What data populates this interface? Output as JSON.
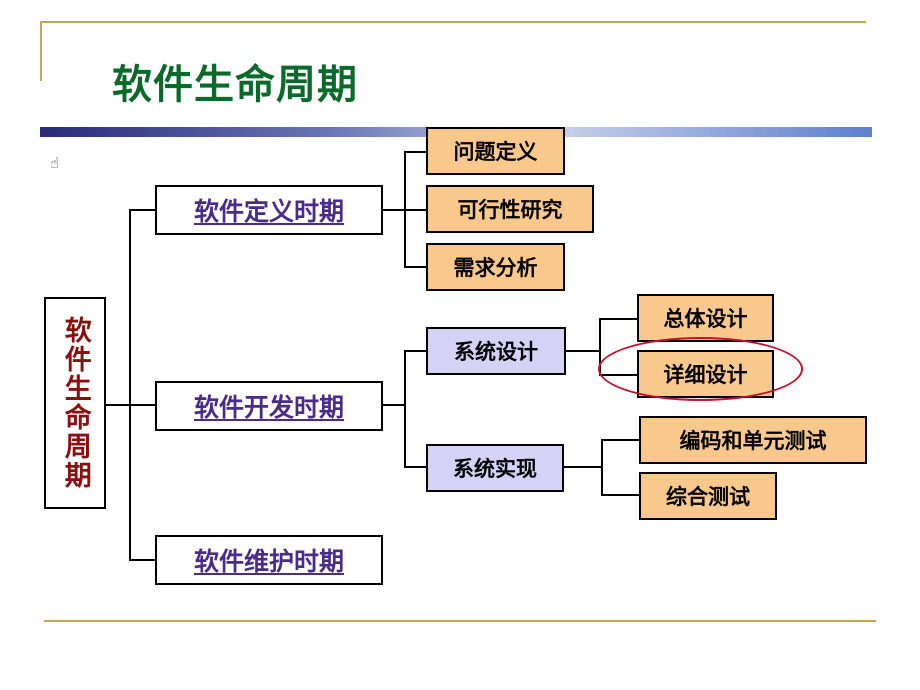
{
  "title": "软件生命周期",
  "root_label": "软件生命周期",
  "periods": {
    "definition": "软件定义时期",
    "development": "软件开发时期",
    "maintenance": "软件维护时期"
  },
  "definition_tasks": [
    "问题定义",
    "可行性研究",
    "需求分析"
  ],
  "development_phases": {
    "design": "系统设计",
    "implementation": "系统实现"
  },
  "design_tasks": [
    "总体设计",
    "详细设计"
  ],
  "implementation_tasks": [
    "编码和单元测试",
    "综合测试"
  ],
  "colors": {
    "title": "#0a6a2a",
    "root_text": "#8a0f0f",
    "period_text": "#4a2a8a",
    "task_fill": "#f9c88c",
    "phase_fill": "#d4d3f5",
    "highlight": "#c8102e",
    "frame": "#c8a64a"
  },
  "icons": {
    "cursor": "hand-cursor-icon"
  }
}
